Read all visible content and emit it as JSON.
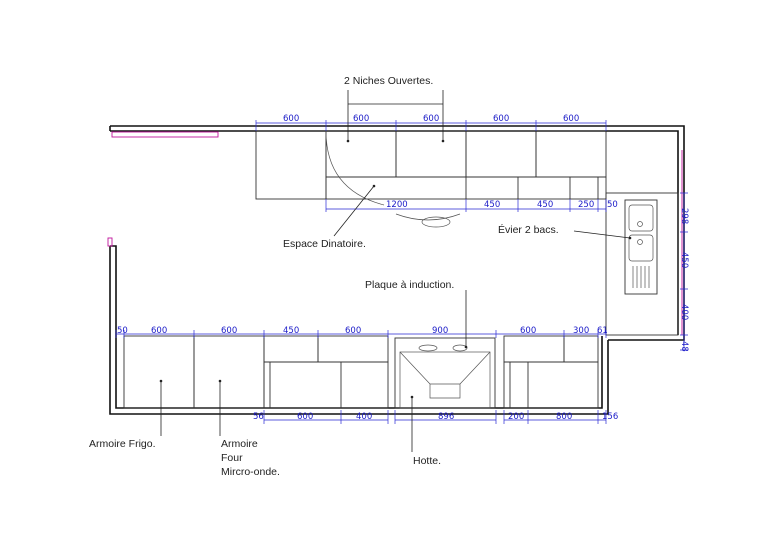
{
  "labels": {
    "niches": "2 Niches Ouvertes.",
    "espace": "Espace Dinatoire.",
    "evier": "Évier 2 bacs.",
    "plaque": "Plaque à induction.",
    "armoire_frigo": "Armoire Frigo.",
    "armoire_four_1": "Armoire",
    "armoire_four_2": "Four",
    "armoire_four_3": "Mircro-onde.",
    "hotte": "Hotte."
  },
  "dimensions": {
    "top_upper": [
      "600",
      "600",
      "600",
      "600",
      "600"
    ],
    "top_lower": [
      "1200",
      "450",
      "450",
      "250",
      "50"
    ],
    "right_side": [
      "298",
      "450",
      "400",
      "48"
    ],
    "bottom_upper": [
      "50",
      "600",
      "600",
      "450",
      "600",
      "900",
      "600",
      "300",
      "61"
    ],
    "bottom_lower": [
      "56",
      "600",
      "400",
      "896",
      "200",
      "800",
      "156"
    ]
  }
}
